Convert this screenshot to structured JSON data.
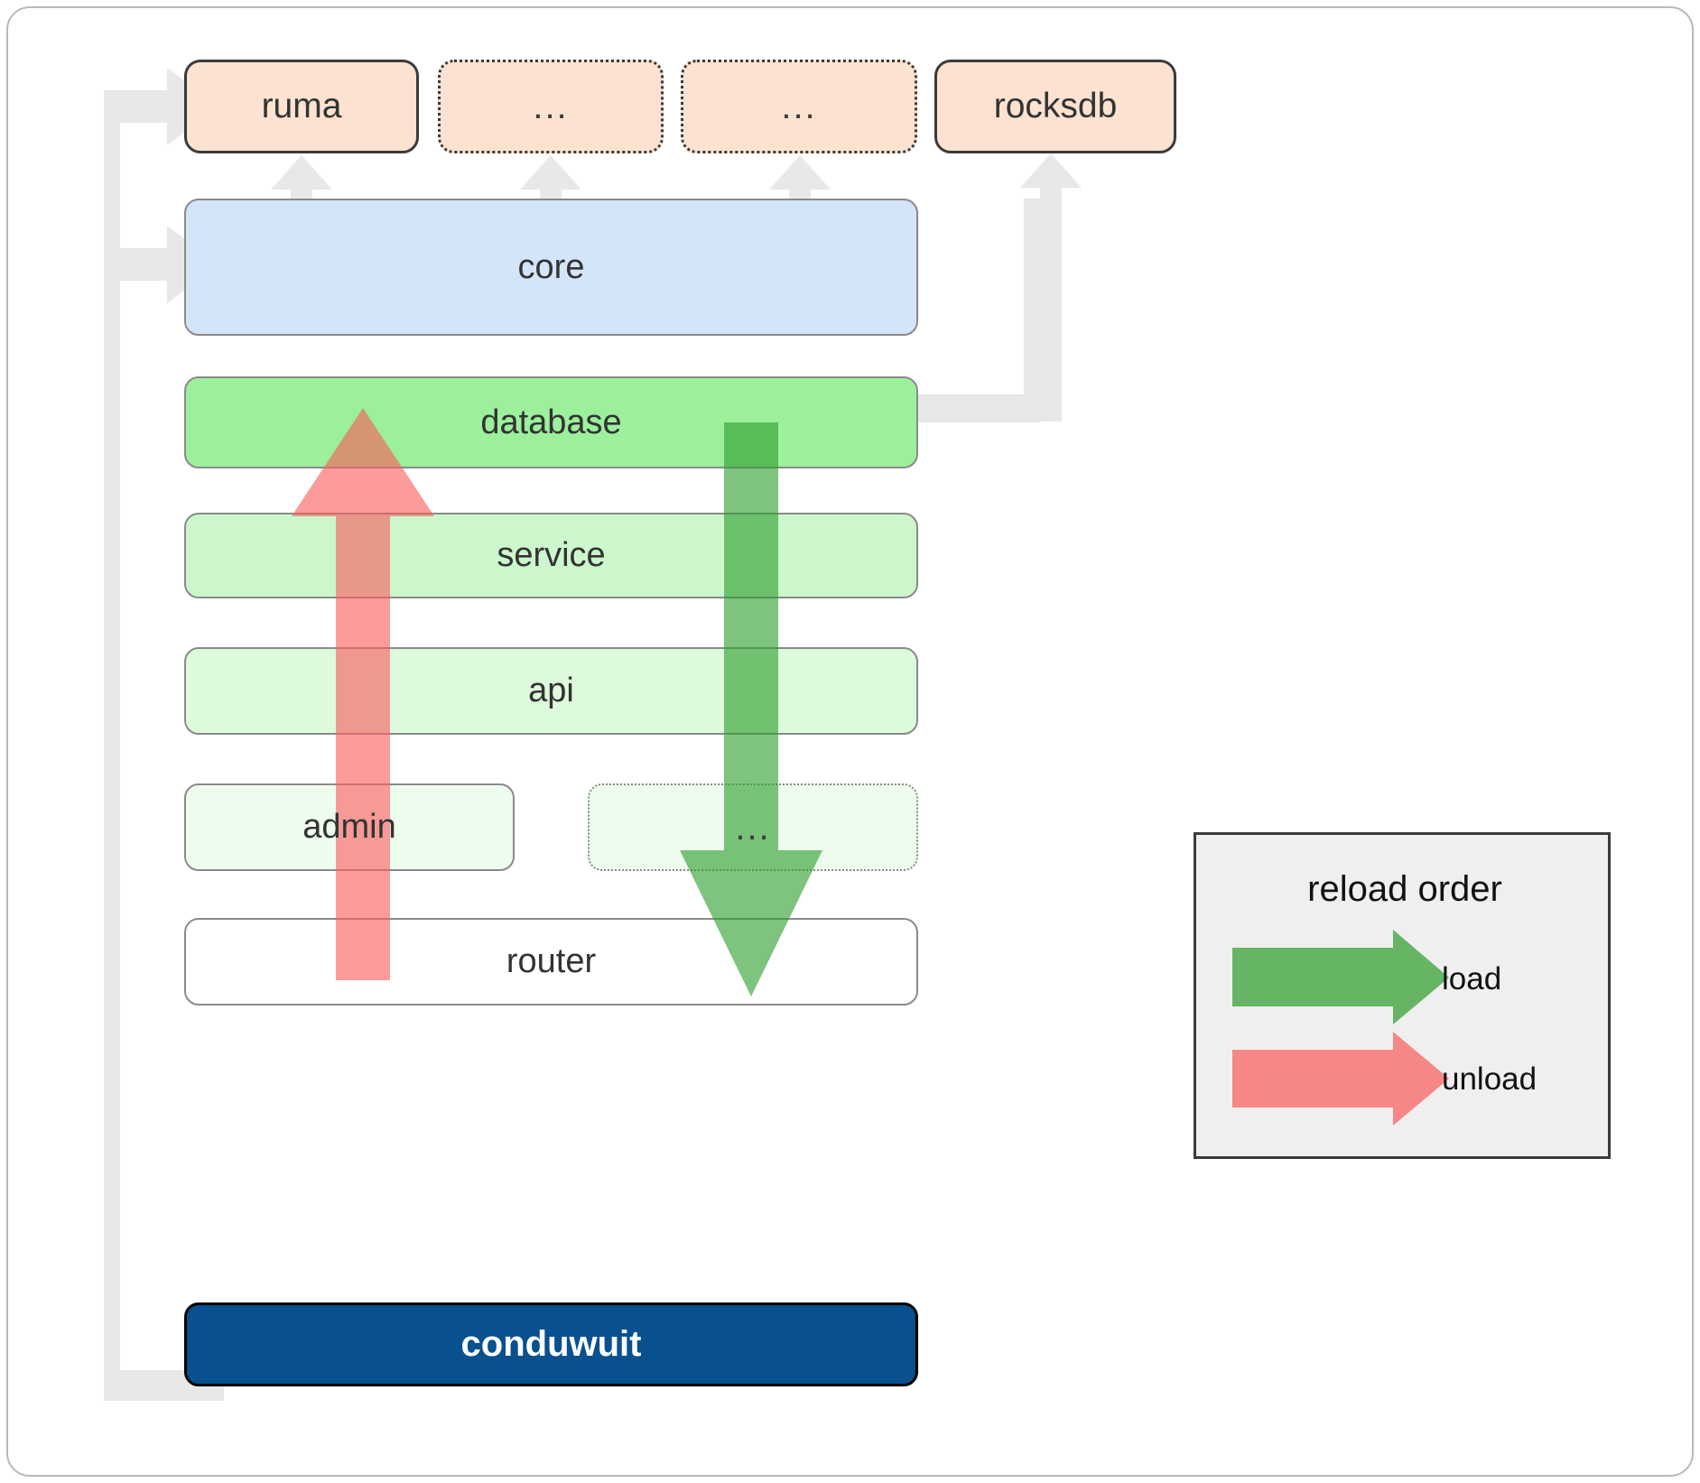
{
  "diagram": {
    "title": "conduwuit crate layer / reload order diagram",
    "dependency_nodes": [
      {
        "id": "ruma",
        "label": "ruma",
        "style": "solid",
        "fill": "#fce2d0"
      },
      {
        "id": "dots1",
        "label": "...",
        "style": "dotted",
        "fill": "#fce2d0"
      },
      {
        "id": "dots2",
        "label": "...",
        "style": "dotted",
        "fill": "#fce2d0"
      },
      {
        "id": "rocksdb",
        "label": "rocksdb",
        "style": "solid",
        "fill": "#fce2d0"
      }
    ],
    "layers": [
      {
        "id": "core",
        "label": "core",
        "fill": "#d4e5fa",
        "style": "solid"
      },
      {
        "id": "database",
        "label": "database",
        "fill": "#9cf09c",
        "style": "solid"
      },
      {
        "id": "service",
        "label": "service",
        "fill": "#ccf7cc",
        "style": "solid"
      },
      {
        "id": "api",
        "label": "api",
        "fill": "#ddfadd",
        "style": "solid"
      },
      {
        "id": "admin",
        "label": "admin",
        "fill": "#eefcee",
        "style": "solid"
      },
      {
        "id": "dots3",
        "label": "...",
        "fill": "#eefcee",
        "style": "dotted"
      },
      {
        "id": "router",
        "label": "router",
        "fill": "#ffffff",
        "style": "solid"
      }
    ],
    "binary": {
      "id": "conduwuit",
      "label": "conduwuit",
      "fill": "#09508f",
      "text_color": "#ffffff"
    },
    "flow_arrows": [
      {
        "name": "unload-arrow",
        "direction": "up",
        "color": "#fa8f8f",
        "from": "router",
        "to": "database"
      },
      {
        "name": "load-arrow",
        "direction": "down",
        "color": "#6ab96a",
        "from": "database",
        "to": "router"
      }
    ],
    "legend": {
      "title": "reload order",
      "entries": [
        {
          "label": "load",
          "color": "#5bb05b"
        },
        {
          "label": "unload",
          "color": "#fa8585"
        }
      ]
    },
    "colors": {
      "dependency_fill": "#fce2d0",
      "core_fill": "#d4e5fa",
      "database_fill": "#9cf09c",
      "binary_fill": "#09508f",
      "link_gray": "#e8e8e8",
      "border_gray": "#8a8a8a",
      "border_dark": "#3b3b3b",
      "legend_bg": "#efefef"
    }
  }
}
